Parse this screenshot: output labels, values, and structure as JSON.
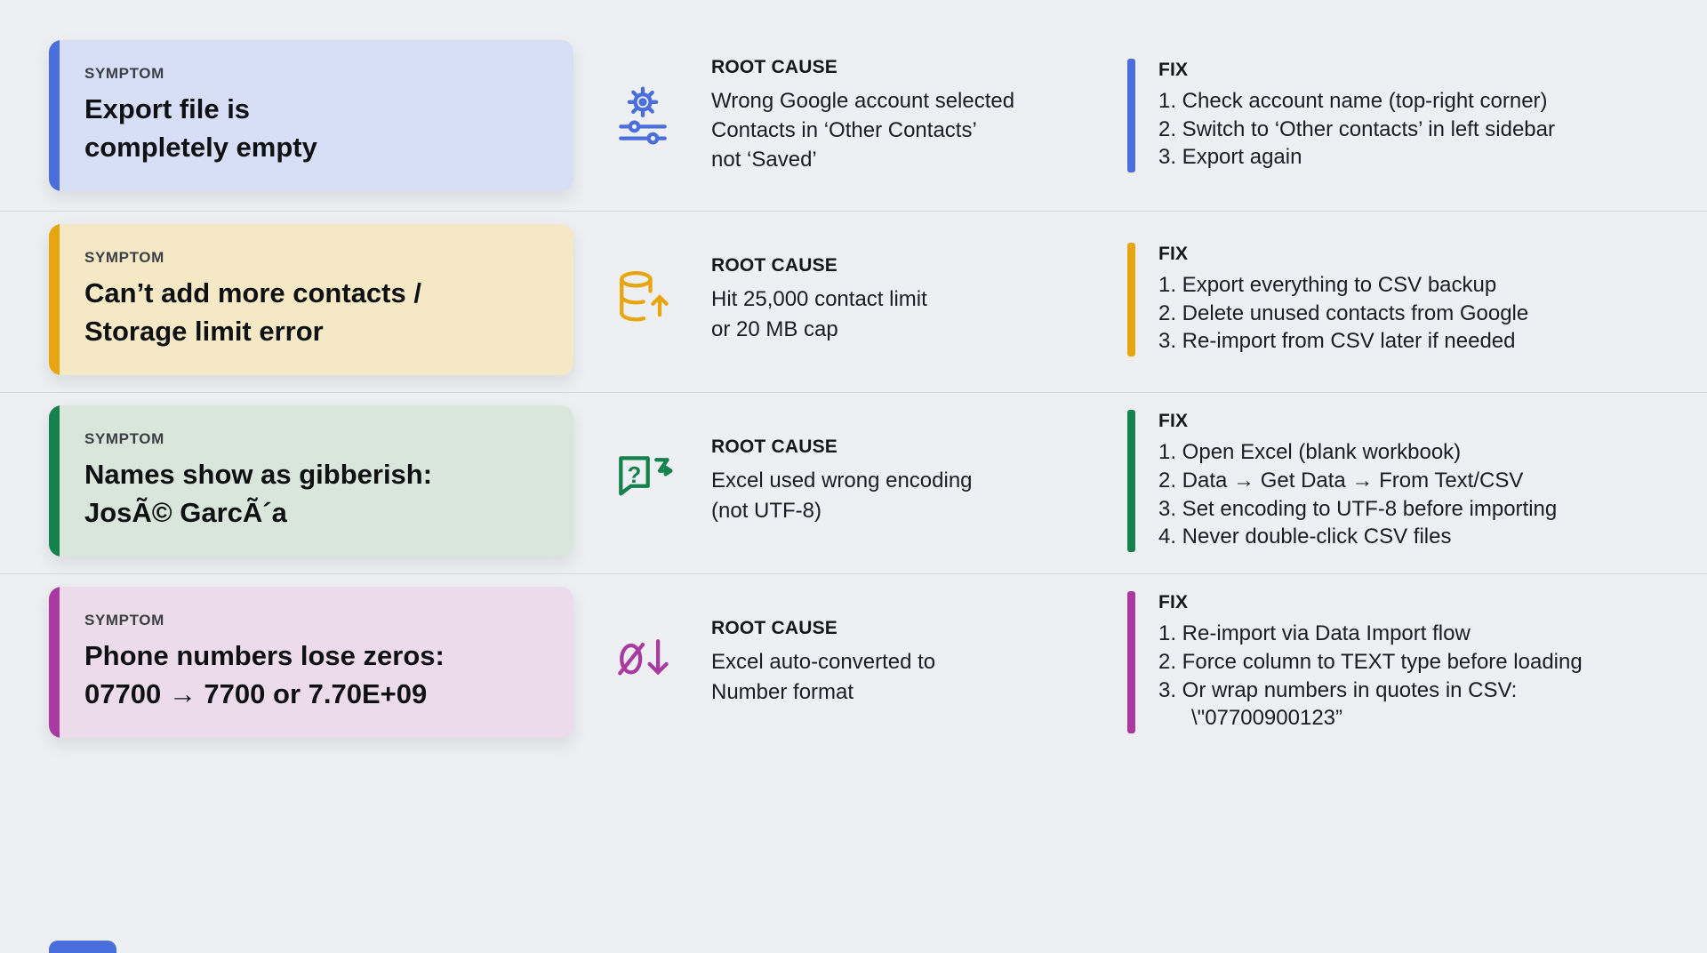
{
  "page": {
    "background": "#edeff2",
    "divider_color": "#d5d8db",
    "next_card_peek_color": "#4a6fdd"
  },
  "rows": [
    {
      "accent": "#4a6fdd",
      "card_bg": "#d6dff6",
      "icon": "gear-settings-icon",
      "symptom": {
        "label": "SYMPTOM",
        "lines": [
          "Export file is",
          "completely empty"
        ]
      },
      "root_cause": {
        "label": "ROOT CAUSE",
        "lines": [
          "Wrong Google account selected",
          "Contacts in ‘Other Contacts’",
          "not ‘Saved’"
        ]
      },
      "fix": {
        "label": "FIX",
        "steps": [
          "1. Check account name (top-right corner)",
          "2. Switch to ‘Other contacts’ in left sidebar",
          "3. Export again"
        ]
      }
    },
    {
      "accent": "#e7a50f",
      "card_bg": "#f5e8c5",
      "icon": "database-storage-icon",
      "symptom": {
        "label": "SYMPTOM",
        "lines": [
          "Can’t add more contacts /",
          "Storage limit error"
        ]
      },
      "root_cause": {
        "label": "ROOT CAUSE",
        "lines": [
          "Hit 25,000 contact limit",
          "or 20 MB cap"
        ]
      },
      "fix": {
        "label": "FIX",
        "steps": [
          "1. Export everything to CSV backup",
          "2. Delete unused contacts from Google",
          "3. Re-import from CSV later if needed"
        ]
      }
    },
    {
      "accent": "#15814d",
      "card_bg": "#d8e6db",
      "icon": "encoding-question-icon",
      "symptom": {
        "label": "SYMPTOM",
        "lines": [
          "Names show as gibberish:",
          "JosÃ© GarcÃ´a"
        ]
      },
      "root_cause": {
        "label": "ROOT CAUSE",
        "lines": [
          "Excel used wrong encoding",
          "(not UTF-8)"
        ]
      },
      "fix": {
        "label": "FIX",
        "steps": [
          "1. Open Excel (blank workbook)",
          "2. Data → Get Data → From Text/CSV",
          "3. Set encoding to UTF-8 before importing",
          "4. Never double-click CSV files"
        ]
      }
    },
    {
      "accent": "#a93ba0",
      "card_bg": "#ebdbeb",
      "icon": "number-format-icon",
      "symptom": {
        "label": "SYMPTOM",
        "lines": [
          "Phone numbers lose zeros:",
          "07700 → 7700 or 7.70E+09"
        ]
      },
      "root_cause": {
        "label": "ROOT CAUSE",
        "lines": [
          "Excel auto-converted to",
          "Number format"
        ]
      },
      "fix": {
        "label": "FIX",
        "steps": [
          "1. Re-import via Data Import flow",
          "2. Force column to TEXT type before loading",
          "3. Or wrap numbers in quotes in CSV:",
          "\\\"07700900123”"
        ]
      }
    }
  ]
}
